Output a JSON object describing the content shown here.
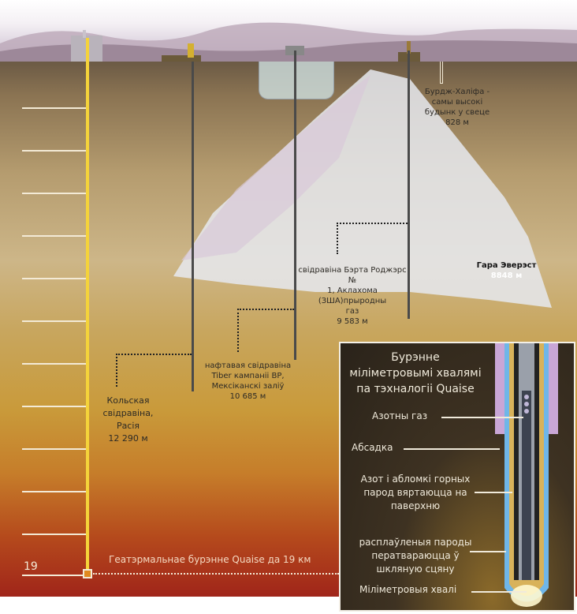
{
  "depth_scale": {
    "label_19": "19"
  },
  "labels": {
    "burj": {
      "line1": "Бурдж-Халіфа -",
      "line2": "самы высокі",
      "line3": "будынк у свеце",
      "value": "828 м"
    },
    "everest": {
      "name": "Гара Эверэст",
      "value": "8848 м"
    },
    "bertha": {
      "line1": "свідравіна Бэрта Роджэрс №",
      "line2": "1, Аклахома (ЗША)прыродны",
      "line3": "газ",
      "value": "9 583 м"
    },
    "tiber": {
      "line1": "нафтавая свідравіна",
      "line2": "Tiber кампаніі BP,",
      "line3": "Мексіканскі заліў",
      "value": "10 685 м"
    },
    "kola": {
      "line1": "Кольская",
      "line2": "свідравіна,",
      "line3": "Расія",
      "value": "12 290 м"
    },
    "quaise": "Геатэрмальнае бурэнне Quaise да 19 км"
  },
  "inset": {
    "title1": "Бурэнне",
    "title2": "міліметровымі хвалямі",
    "title3": "па тэхналогіі Quaise",
    "nitrogen": "Азотны газ",
    "casing": "Абсадка",
    "return1": "Азот і абломкі горных",
    "return2": "парод вяртаюцца на",
    "return3": "паверхню",
    "melt1": "расплаўленыя пароды",
    "melt2": "ператвараюцца ў",
    "melt3": "шкляную сцяну",
    "waves": "Міліметровыя хвалі"
  },
  "colors": {
    "quaise_line": "#f5d33a",
    "well": "#4a4a4a",
    "casing": "#c9a6d6",
    "wall": "#6fb6e8"
  }
}
